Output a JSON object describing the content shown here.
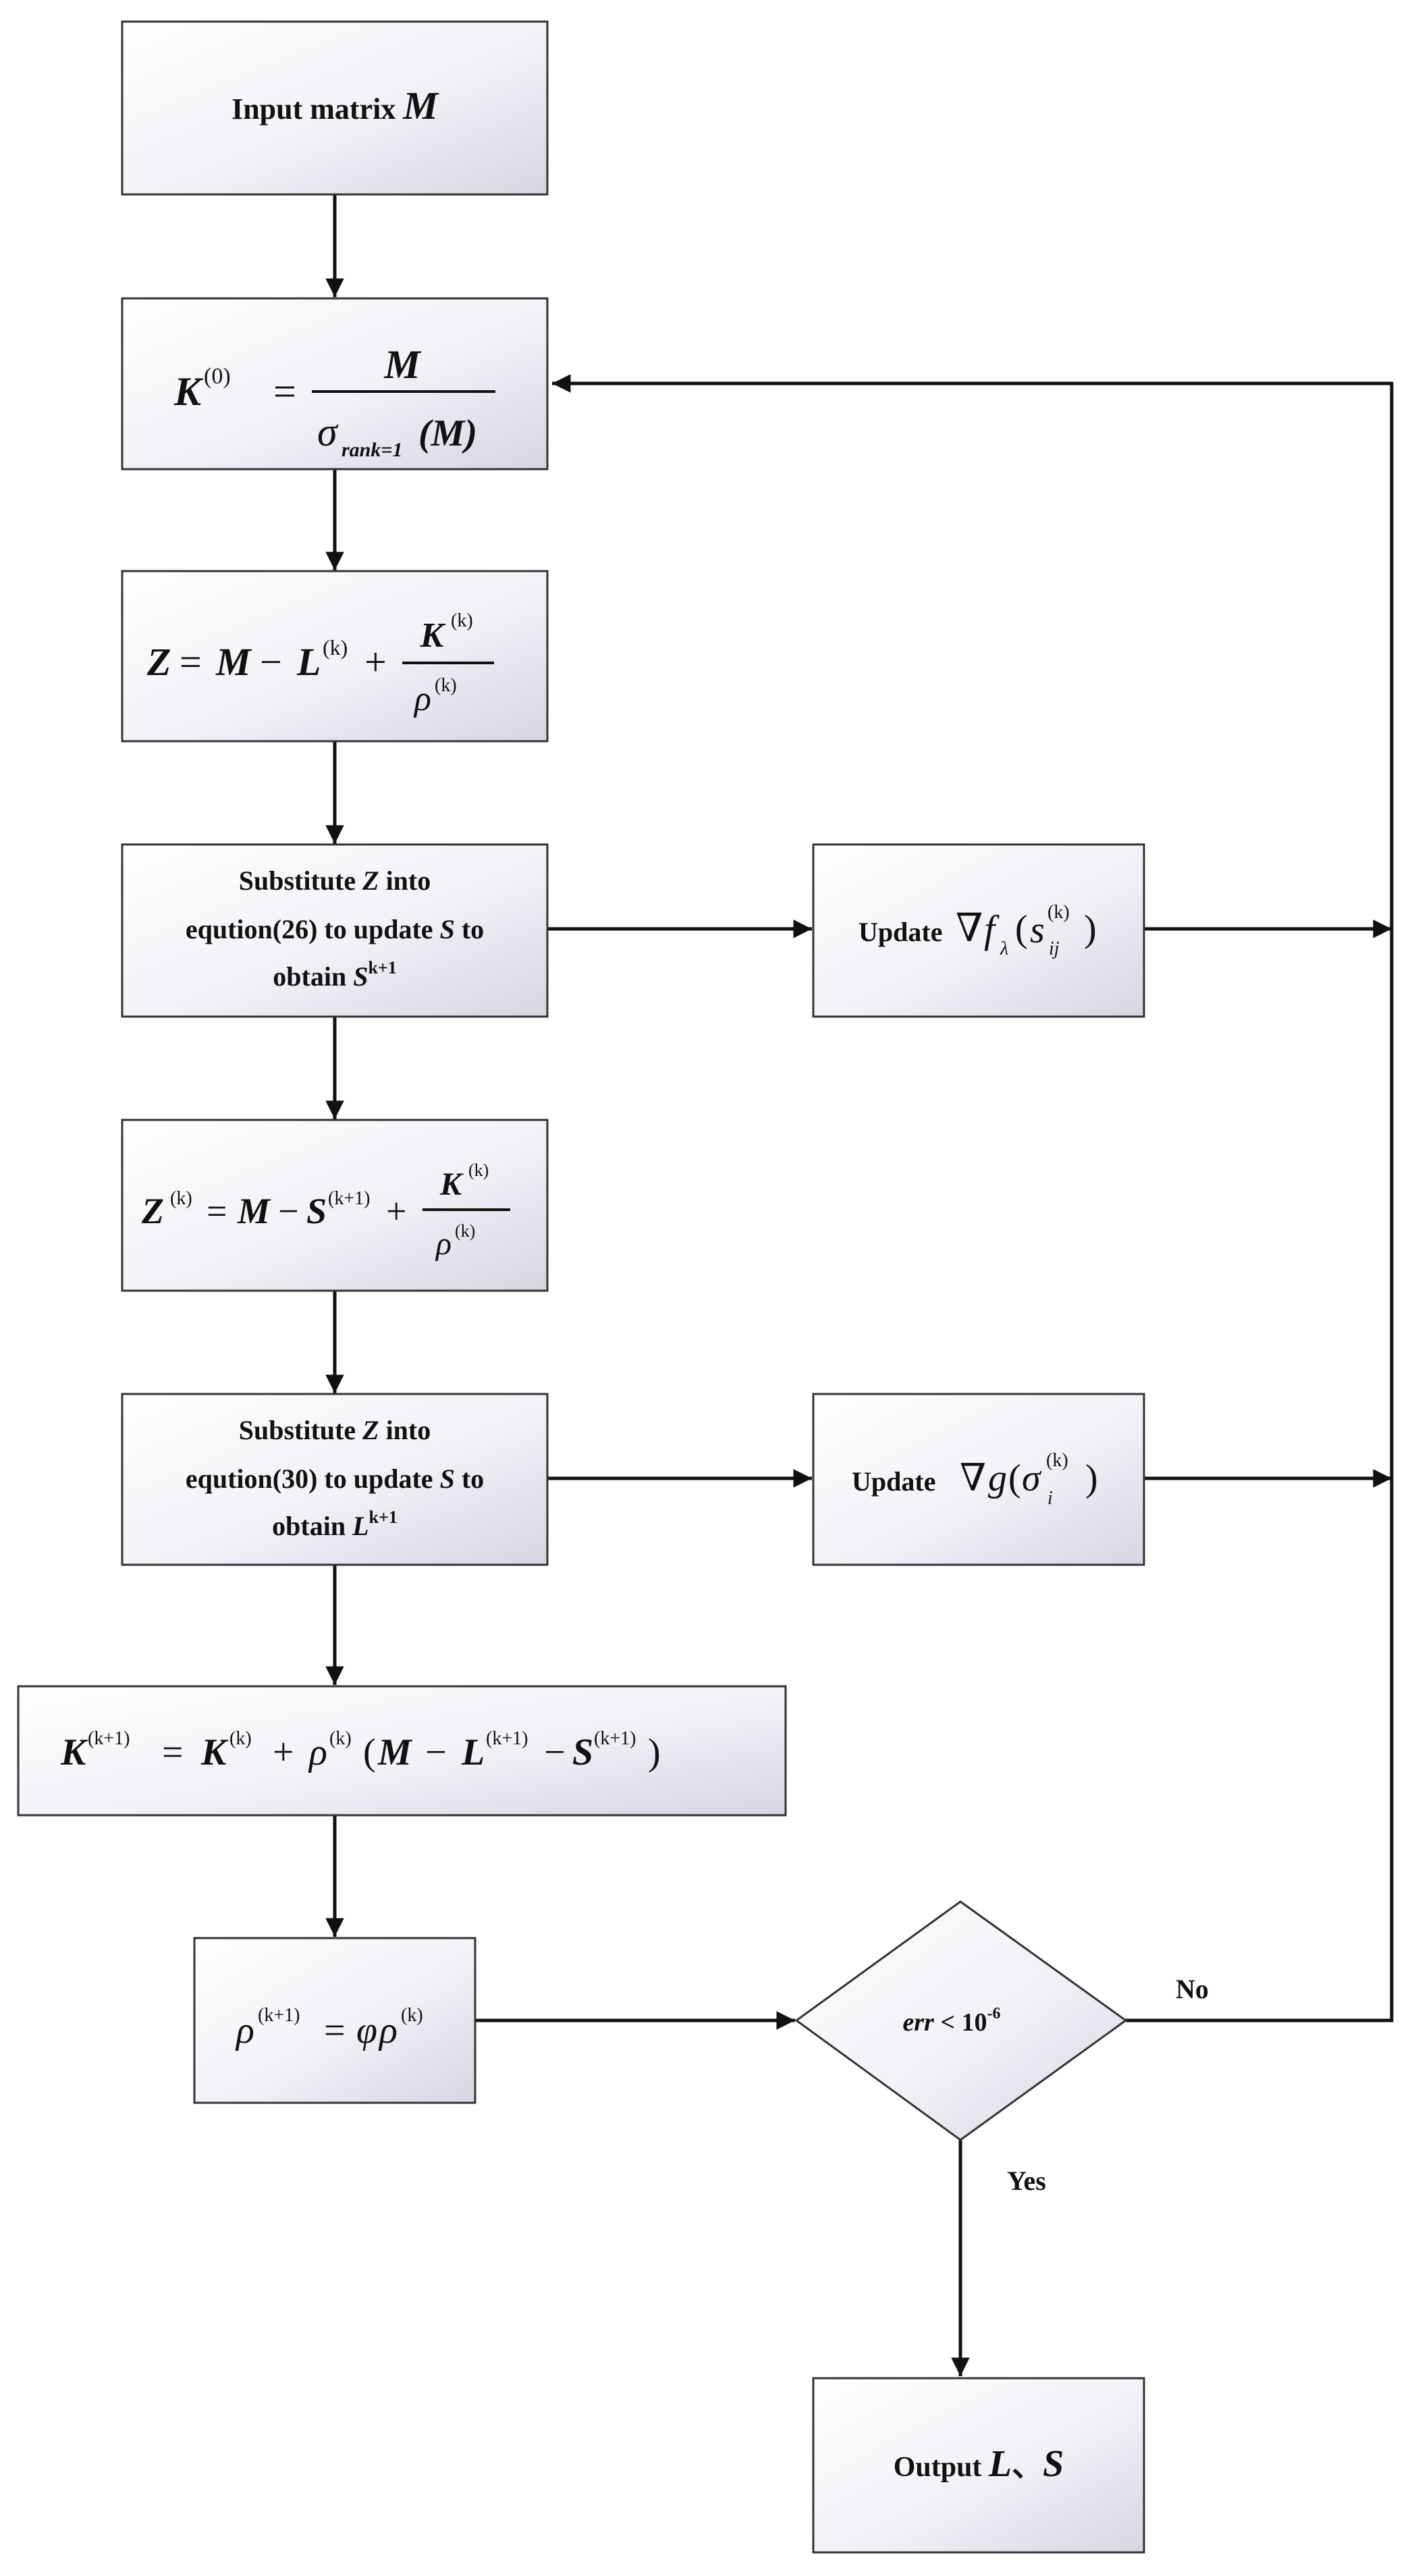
{
  "diagram": {
    "n1": {
      "pre": "Input matrix ",
      "M": "M"
    },
    "n2": {
      "K": "K",
      "sup0": "(0)",
      "eq": "=",
      "numM": "M",
      "sigma": "σ",
      "sub": "rank=1",
      "arg": "(M)"
    },
    "n3": {
      "Z": "Z",
      "eq": "=",
      "M": "M",
      "minus": "−",
      "L": "L",
      "supk": "(k)",
      "plus": "+",
      "K": "K",
      "rho": "ρ",
      "supk2": "(k)"
    },
    "n4": {
      "l1a": "Substitute ",
      "Z": "Z",
      "l1b": " into",
      "l2a": "eqution(26) to update ",
      "S": "S",
      "l2b": " to",
      "l3a": "obtain ",
      "S2": "S",
      "l3sup": "k+1"
    },
    "n5": {
      "pre": "Update",
      "nabla": "∇",
      "f": "f",
      "fsub": "λ",
      "open": "(",
      "s": "s",
      "ssup": "(k)",
      "ssub": "ij",
      "close": ")"
    },
    "n6": {
      "Z": "Z",
      "supk": "(k)",
      "eq": "=",
      "M": "M",
      "minus": "−",
      "S": "S",
      "sup": "(k+1)",
      "plus": "+",
      "K": "K",
      "supk2": "(k)",
      "rho": "ρ",
      "supk3": "(k)"
    },
    "n7": {
      "l1a": "Substitute ",
      "Z": "Z",
      "l1b": " into",
      "l2a": "eqution(30) to update ",
      "S": "S",
      "l2b": " to",
      "l3a": "obtain ",
      "L": "L",
      "l3sup": "k+1"
    },
    "n8": {
      "pre": "Update ",
      "nabla": "∇",
      "g": "g",
      "open": "(",
      "sigma": "σ",
      "sup": "(k)",
      "sub": "i",
      "close": ")"
    },
    "n9": {
      "K": "K",
      "sup1": "(k+1)",
      "eq": "=",
      "K2": "K",
      "sup2": "(k)",
      "plus": "+",
      "rho": "ρ",
      "sup3": "(k)",
      "open": "(",
      "M": "M",
      "minus": "−",
      "L": "L",
      "sup4": "(k+1)",
      "minus2": "−",
      "S": "S",
      "sup5": "(k+1)",
      "close": ")"
    },
    "n10": {
      "rho": "ρ",
      "sup1": "(k+1)",
      "eq": "=",
      "phi": "φ",
      "rho2": "ρ",
      "sup2": "(k)"
    },
    "decision": {
      "err": "err",
      "lt": " < 10",
      "exp": "-6"
    },
    "labels": {
      "no": "No",
      "yes": "Yes"
    },
    "n11": {
      "pre": "Output ",
      "L": "L",
      "sep": "、",
      "S": "S"
    }
  }
}
